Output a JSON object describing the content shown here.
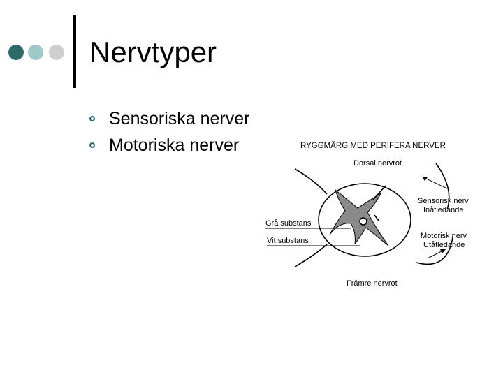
{
  "colors": {
    "dot1": "#2d6a6a",
    "dot2": "#9ec9c9",
    "dot3": "#cfcfcf",
    "gray_matter": "#8a8a8a"
  },
  "slide": {
    "title": "Nervtyper",
    "bullets": [
      "Sensoriska nerver",
      "Motoriska nerver"
    ]
  },
  "diagram": {
    "heading": "RYGGMÄRG MED PERIFERA NERVER",
    "dorsal_root": "Dorsal nervrot",
    "gray_matter": "Grå substans",
    "white_matter": "Vit substans",
    "sensory_nerve": "Sensorisk nerv",
    "sensory_direction": "Inåtledande",
    "motor_nerve": "Motorisk nerv",
    "motor_direction": "Utåtledande",
    "ventral_root": "Främre nervrot"
  }
}
